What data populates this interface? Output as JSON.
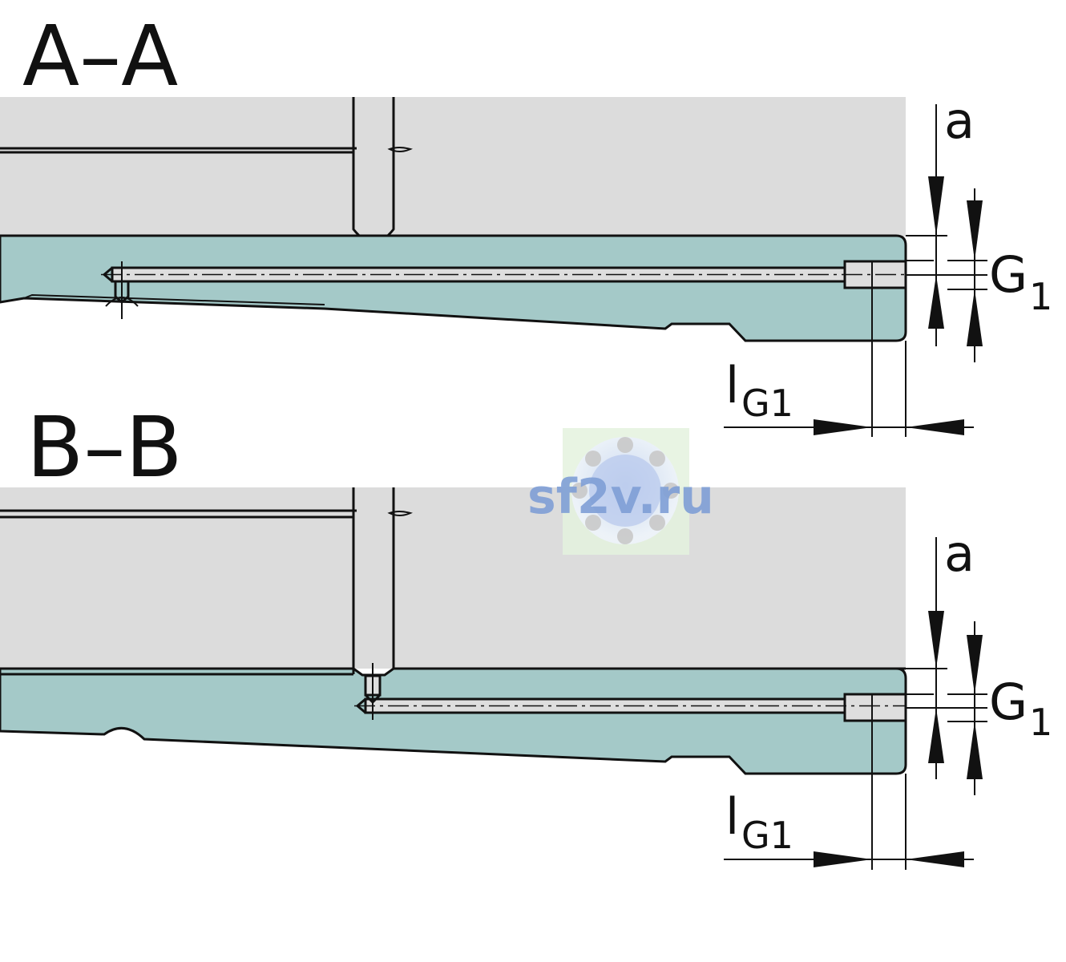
{
  "sections": [
    {
      "title": "A–A",
      "dims": {
        "a": "a",
        "G_main": "G",
        "G_sub": "1",
        "l_main": "l",
        "l_sub": "G1"
      }
    },
    {
      "title": "B–B",
      "dims": {
        "a": "a",
        "G_main": "G",
        "G_sub": "1",
        "l_main": "l",
        "l_sub": "G1"
      }
    }
  ],
  "watermark": "sf2v.ru",
  "colors": {
    "housing": "#dcdcdc",
    "rail": "#a4c9c8",
    "bore": "#dedede",
    "line": "#111111"
  }
}
